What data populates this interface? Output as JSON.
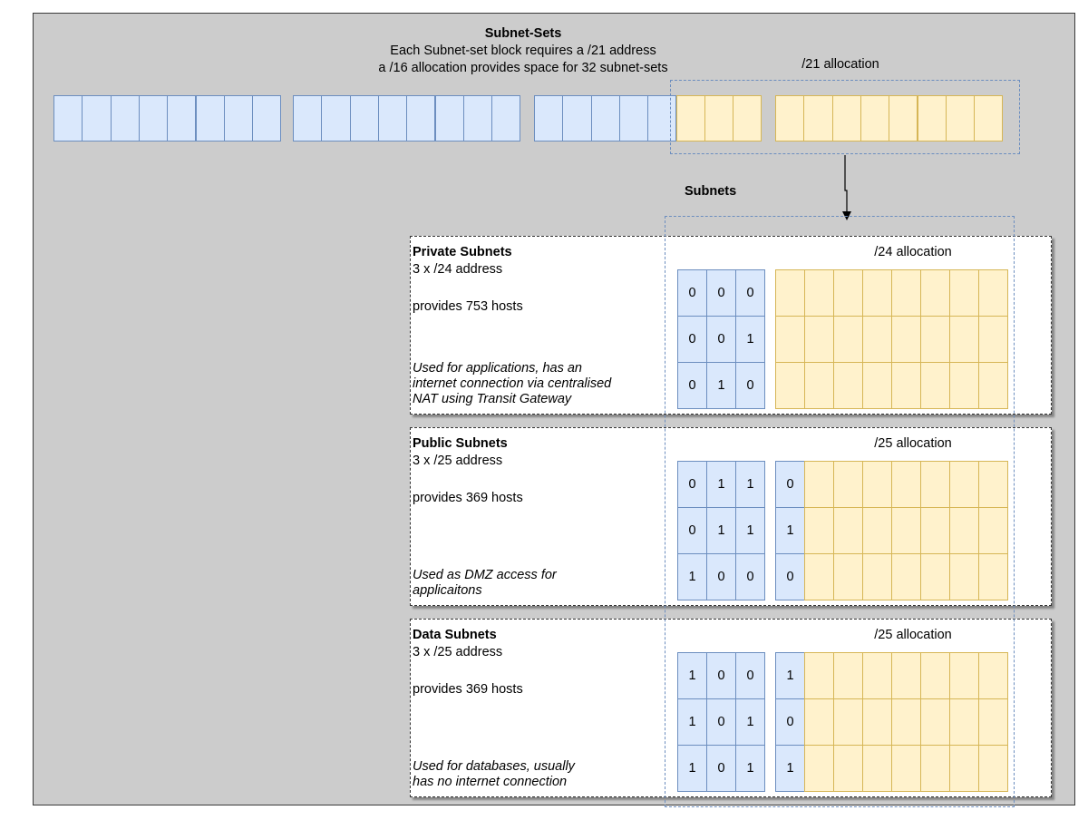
{
  "header": {
    "title": "Subnet-Sets",
    "line1": "Each Subnet-set block requires a /21 address",
    "line2": "a /16 allocation provides space for 32 subnet-sets"
  },
  "allocation_21": "/21 allocation",
  "subnets_label": "Subnets",
  "strip": {
    "groups": [
      {
        "blue": 8,
        "yellow": 0
      },
      {
        "blue": 8,
        "yellow": 0
      },
      {
        "blue": 5,
        "yellow": 3
      },
      {
        "blue": 0,
        "yellow": 8
      }
    ]
  },
  "sections": [
    {
      "title": "Private Subnets",
      "address": "3 x /24 address",
      "hosts": "provides 753 hosts",
      "note_lines": [
        "Used for applications, has an",
        "internet connection via centralised",
        "NAT using Transit Gateway"
      ],
      "allocation": "/24 allocation",
      "bits": [
        [
          "0",
          "0",
          "0"
        ],
        [
          "0",
          "0",
          "1"
        ],
        [
          "0",
          "1",
          "0"
        ]
      ],
      "extra_bit": null
    },
    {
      "title": "Public Subnets",
      "address": "3 x /25 address",
      "hosts": "provides 369 hosts",
      "note_lines": [
        "Used as DMZ access for",
        "applicaitons"
      ],
      "allocation": "/25 allocation",
      "bits": [
        [
          "0",
          "1",
          "1"
        ],
        [
          "0",
          "1",
          "1"
        ],
        [
          "1",
          "0",
          "0"
        ]
      ],
      "extra_bit": [
        "0",
        "1",
        "0"
      ]
    },
    {
      "title": "Data Subnets",
      "address": "3 x /25 address",
      "hosts": "provides 369 hosts",
      "note_lines": [
        "Used for databases, usually",
        "has no internet connection"
      ],
      "allocation": "/25 allocation",
      "bits": [
        [
          "1",
          "0",
          "0"
        ],
        [
          "1",
          "0",
          "1"
        ],
        [
          "1",
          "0",
          "1"
        ]
      ],
      "extra_bit": [
        "1",
        "0",
        "1"
      ]
    }
  ],
  "colors": {
    "blue_fill": "#dae8fc",
    "blue_stroke": "#6c8ebf",
    "yellow_fill": "#fff2cc",
    "yellow_stroke": "#d6b656",
    "background": "#cccccc"
  }
}
